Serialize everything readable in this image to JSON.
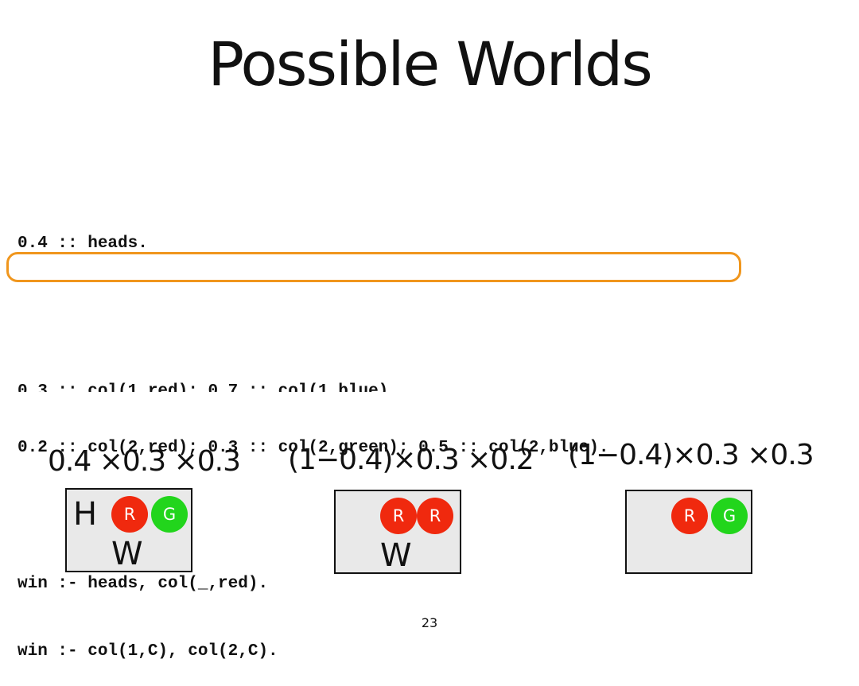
{
  "slide": {
    "title": "Possible Worlds",
    "page_number": "23"
  },
  "code": {
    "lines": [
      "0.4 :: heads.",
      "",
      "0.3 :: col(1,red); 0.7 :: col(1,blue).",
      "0.2 :: col(2,red); 0.3 :: col(2,green); 0.5 :: col(2,blue).",
      "",
      "win :- heads, col(_,red).",
      "win :- col(1,C), col(2,C)."
    ]
  },
  "highlight_color": "#f0961d",
  "worlds": [
    {
      "formula": "0.4 ×0.3 ×0.3",
      "head_label": "H",
      "win_label": "W",
      "balls": [
        {
          "label": "R",
          "color": "red"
        },
        {
          "label": "G",
          "color": "green"
        }
      ]
    },
    {
      "formula": "(1−0.4)×0.3 ×0.2",
      "head_label": "",
      "win_label": "W",
      "balls": [
        {
          "label": "R",
          "color": "red"
        },
        {
          "label": "R",
          "color": "red"
        }
      ]
    },
    {
      "formula": "(1−0.4)×0.3 ×0.3",
      "head_label": "",
      "win_label": "",
      "balls": [
        {
          "label": "R",
          "color": "red"
        },
        {
          "label": "G",
          "color": "green"
        }
      ]
    }
  ],
  "colors": {
    "red": "#f0290e",
    "green": "#22d51c",
    "box_fill": "#e9e9e9"
  }
}
